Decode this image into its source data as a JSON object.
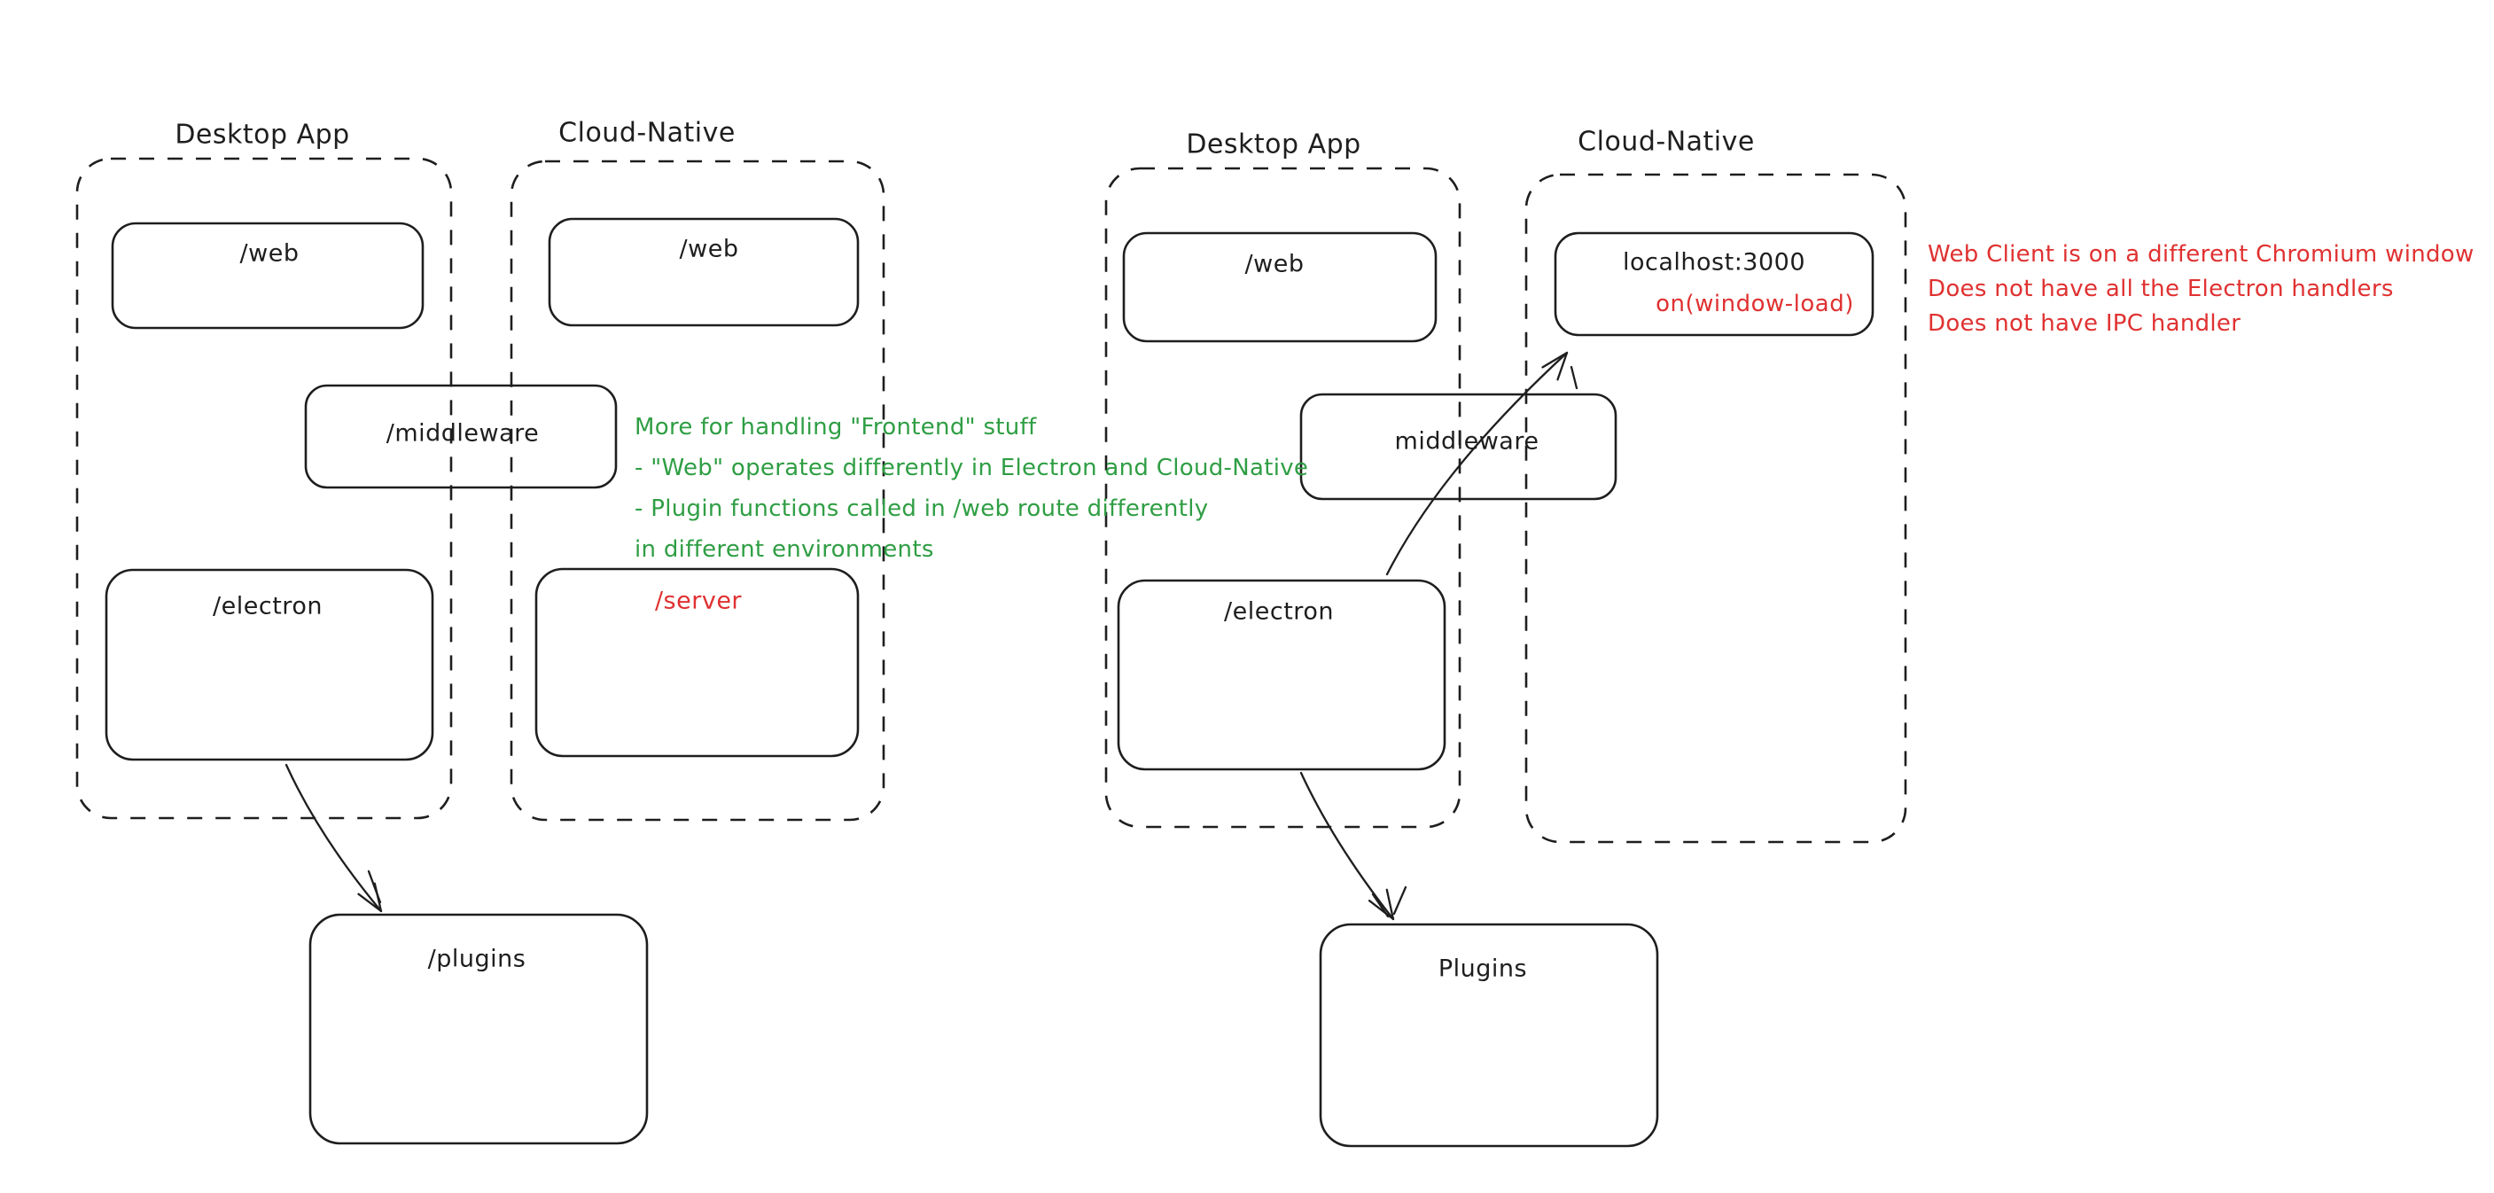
{
  "colors": {
    "ink": "#1e1e1e",
    "green": "#2f9e44",
    "red": "#e03131",
    "background": "#ffffff"
  },
  "left_diagram": {
    "desktop_group_label": "Desktop App",
    "cloud_group_label": "Cloud-Native",
    "web_desktop_label": "/web",
    "web_cloud_label": "/web",
    "middleware_label": "/middleware",
    "electron_label": "/electron",
    "server_label": "/server",
    "plugins_label": "/plugins",
    "green_note_lines": [
      "More for handling \"Frontend\" stuff",
      "- \"Web\" operates differently in Electron and Cloud-Native",
      "- Plugin functions called in /web route differently",
      "in different environments"
    ]
  },
  "right_diagram": {
    "desktop_group_label": "Desktop App",
    "cloud_group_label": "Cloud-Native",
    "web_label": "/web",
    "localhost_label": "localhost:3000",
    "localhost_event_label": "on(window-load)",
    "middleware_label": "middleware",
    "electron_label": "/electron",
    "plugins_label": "Plugins",
    "red_note_lines": [
      "Web Client is on a different Chromium window",
      "Does not have all the Electron handlers",
      "Does not have IPC handler"
    ]
  }
}
